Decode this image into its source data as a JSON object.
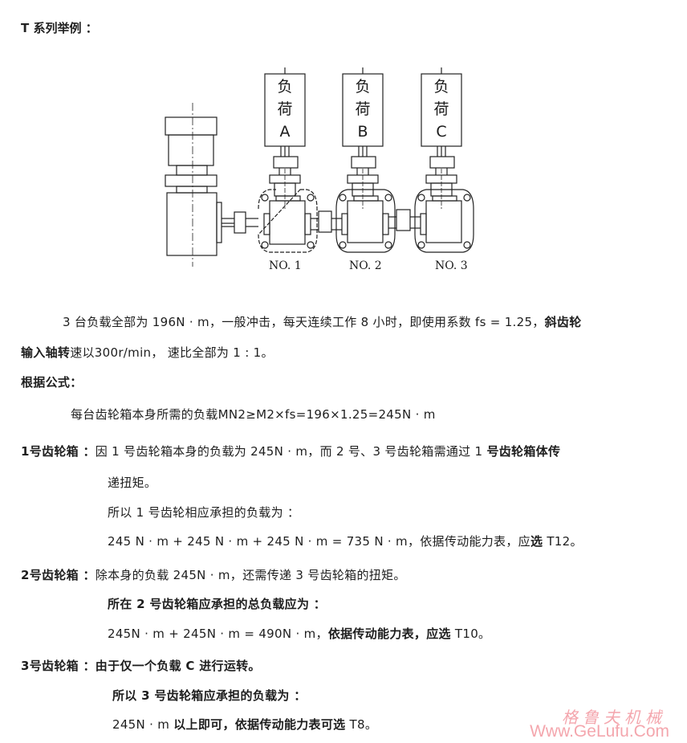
{
  "title": "T 系列举例 ：",
  "diagram": {
    "loads": [
      {
        "line1": "负",
        "line2": "荷",
        "line3": "A"
      },
      {
        "line1": "负",
        "line2": "荷",
        "line3": "B"
      },
      {
        "line1": "负",
        "line2": "荷",
        "line3": "C"
      }
    ],
    "gearbox_labels": [
      "NO. 1",
      "NO. 2",
      "NO. 3"
    ]
  },
  "intro": {
    "line1_normal": "3 台负载全部为 196N · m，一般冲击，每天连续工作 8 小时，即使用系数 fs = 1.25，",
    "line1_bold": "斜齿轮",
    "line2_bold": "输入轴转",
    "line2_normal": "速以300r/min，  速比全部为 1 : 1。"
  },
  "formula_heading": "根据公式：",
  "formula": "每台齿轮箱本身所需的负载MN2≥M2×fs=196×1.25=245N · m",
  "gearbox1": {
    "label": "1号齿轮箱 ：",
    "line1_normal": "因 1 号齿轮箱本身的负载为 245N · m，而 2 号、3 号齿轮箱需通过 1 ",
    "line1_bold": "号齿轮箱体传",
    "line2": "递扭矩。",
    "line3": "所以 1 号齿轮相应承担的负载为 ：",
    "line4_normal": "245 N · m  + 245 N · m  + 245 N · m = 735 N · m，依据传动能力表，应",
    "line4_bold": "选",
    "line4_tail": " T12。"
  },
  "gearbox2": {
    "label": "2号齿轮箱 ：",
    "line1": "除本身的负载 245N · m，还需传递 3 号齿轮箱的扭矩。",
    "line2": "所在 2 号齿轮箱应承担的总负载应为 ：",
    "line3_normal": "245N · m + 245N · m = 490N · m，",
    "line3_bold": "依据传动能力表，应选",
    "line3_tail": " T10。"
  },
  "gearbox3": {
    "label": "3号齿轮箱 ：",
    "line1": "由于仅一个负载 C 进行运转。",
    "line2": "所以 3 号齿轮箱应承担的负载为 ：",
    "line3_normal": "245N · m ",
    "line3_bold": "以上即可，依据传动能力表可选",
    "line3_tail": " T8。"
  },
  "watermark": {
    "cn": "格鲁夫机械",
    "en": "Www.GeLufu.Com",
    "color": "#f4a6ad"
  }
}
